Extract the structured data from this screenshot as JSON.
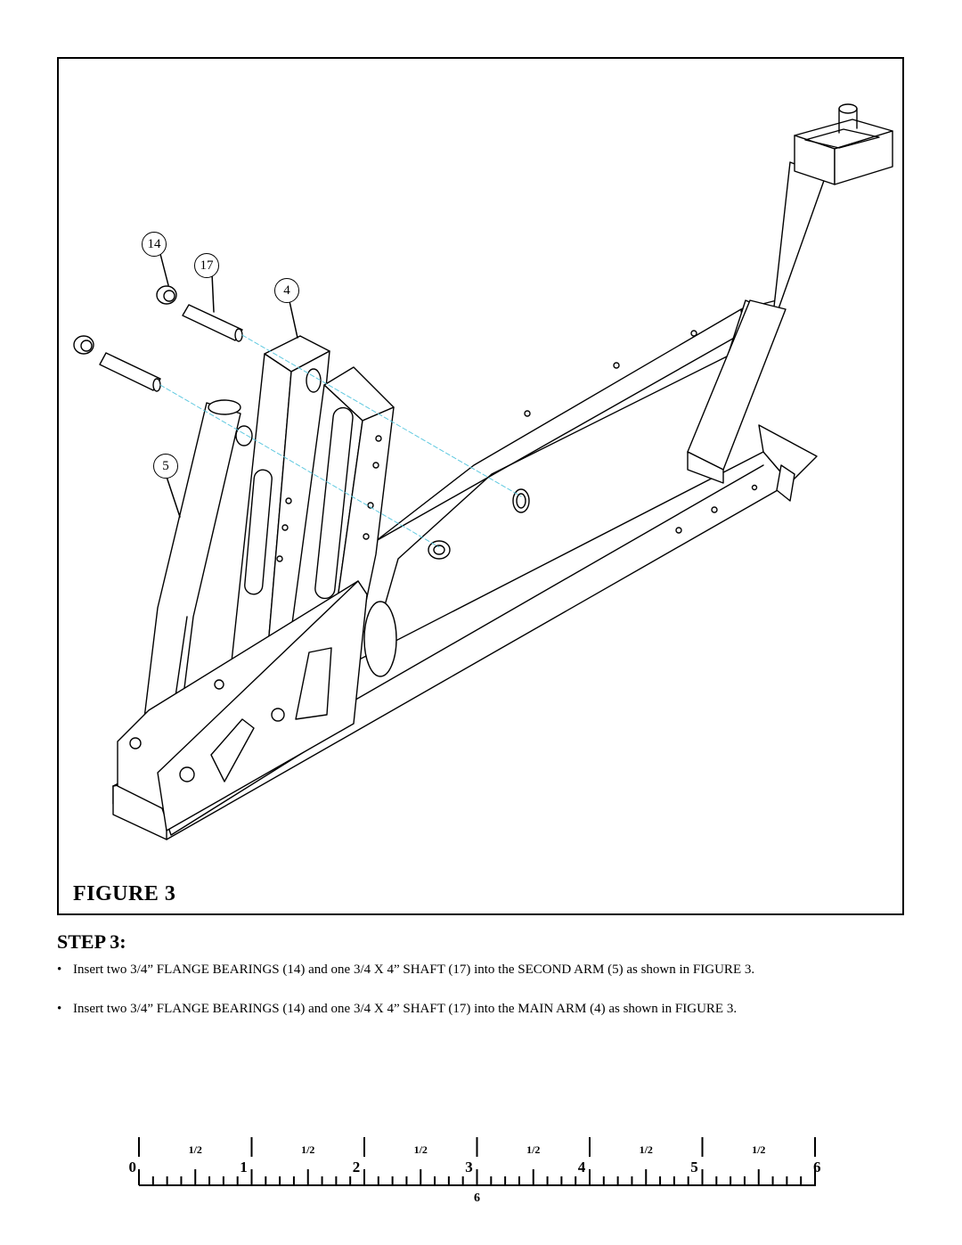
{
  "figure": {
    "caption": "FIGURE 3",
    "callouts": [
      "14",
      "17",
      "4",
      "5"
    ]
  },
  "step": {
    "heading": "STEP 3:",
    "bullets": [
      "Insert two 3/4” FLANGE BEARINGS (14) and one 3/4 X 4” SHAFT (17) into the SECOND ARM (5) as shown in FIGURE 3.",
      "Insert two 3/4” FLANGE BEARINGS (14) and one 3/4 X 4” SHAFT (17) into the MAIN ARM (4) as shown in FIGURE 3."
    ],
    "bullet_symbol": "•"
  },
  "ruler": {
    "numbers": [
      "0",
      "1",
      "2",
      "3",
      "4",
      "5",
      "6"
    ],
    "half_label": "1/2",
    "page_number": "6"
  }
}
